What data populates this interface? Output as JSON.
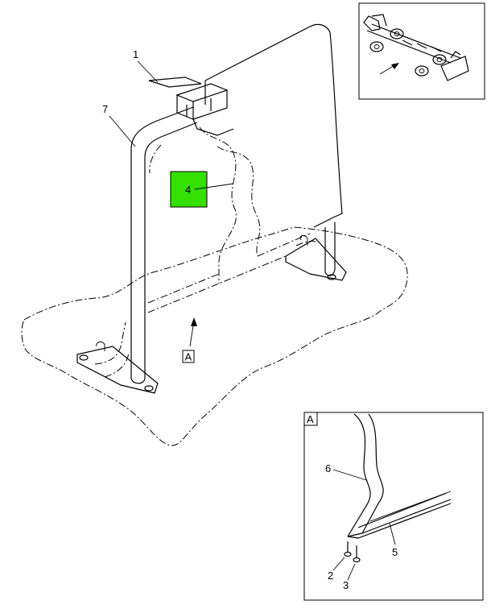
{
  "callouts": {
    "c1": "1",
    "c2": "2",
    "c3": "3",
    "c4": "4",
    "c5": "5",
    "c6": "6",
    "c7": "7"
  },
  "view_ref": {
    "main_letter": "A",
    "detail_letter": "A"
  },
  "highlight_color": "#33e000"
}
